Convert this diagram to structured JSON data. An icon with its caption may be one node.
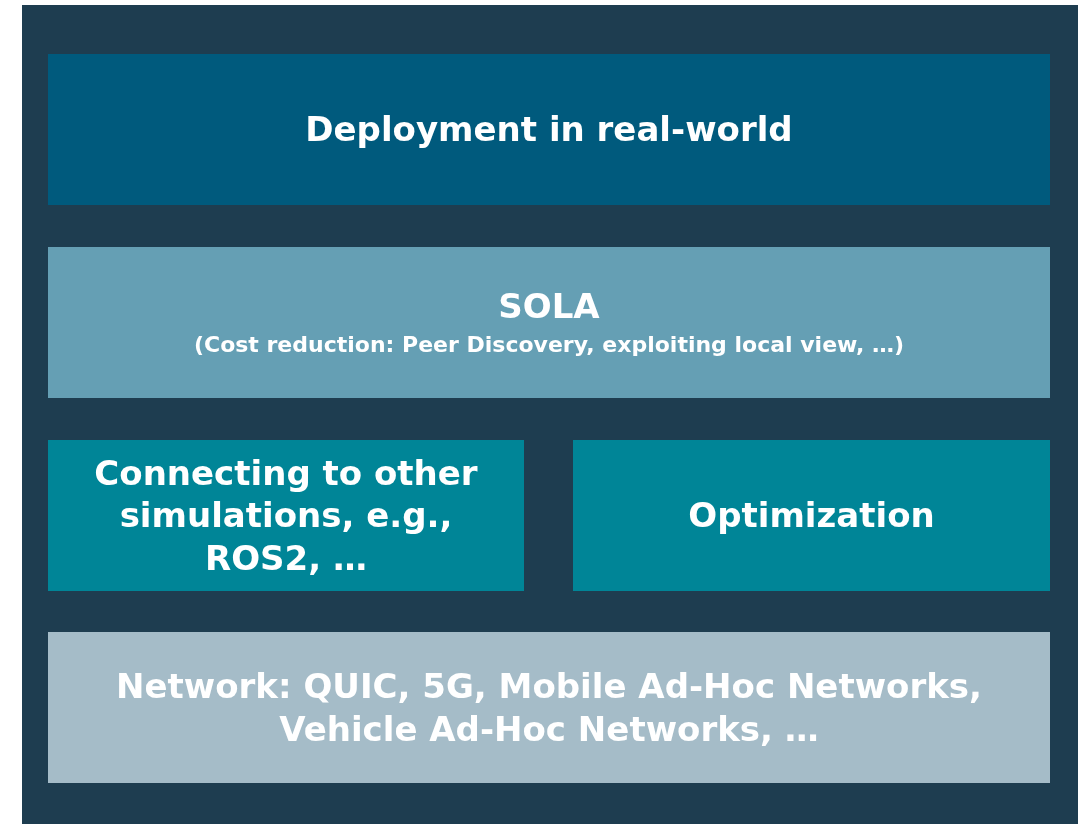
{
  "diagram": {
    "nodes": [
      {
        "text": [
          "Deployment in real-world"
        ]
      },
      {
        "text": [
          "SOLA",
          "(Cost reduction: Peer Discovery, exploiting local view, …)"
        ]
      },
      {
        "text": [
          "Connecting to other simulations, e.g., ROS2, …"
        ]
      },
      {
        "text": [
          "Optimization"
        ]
      },
      {
        "text": [
          "Network: QUIC, 5G, Mobile Ad-Hoc Networks, Vehicle Ad-Hoc Networks, …"
        ]
      }
    ]
  }
}
